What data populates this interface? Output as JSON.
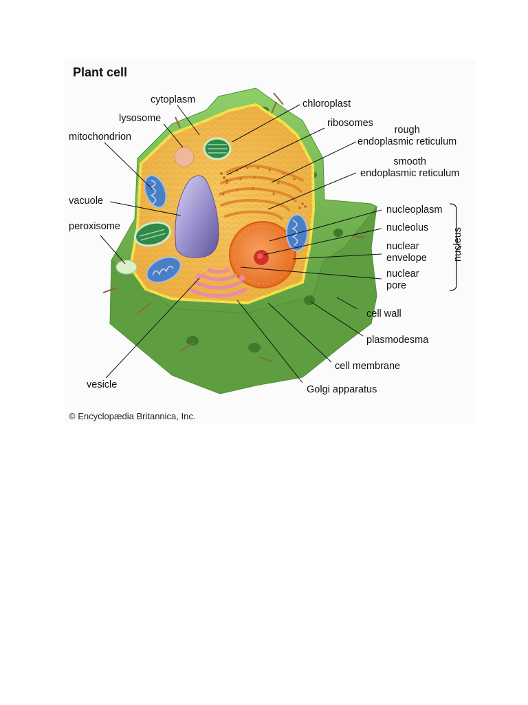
{
  "figure": {
    "title": "Plant cell",
    "copyright": "© Encyclopædia Britannica, Inc.",
    "labels": {
      "cytoplasm": "cytoplasm",
      "chloroplast": "chloroplast",
      "lysosome": "lysosome",
      "ribosomes": "ribosomes",
      "rough_er": "rough\nendoplasmic reticulum",
      "mitochondrion": "mitochondrion",
      "smooth_er": "smooth\nendoplasmic reticulum",
      "vacuole": "vacuole",
      "nucleoplasm": "nucleoplasm",
      "peroxisome": "peroxisome",
      "nucleolus": "nucleolus",
      "nuclear_envelope": "nuclear\nenvelope",
      "nuclear_pore": "nuclear\npore",
      "nucleus": "nucleus",
      "cell_wall": "cell wall",
      "plasmodesma": "plasmodesma",
      "cell_membrane": "cell membrane",
      "vesicle": "vesicle",
      "golgi_apparatus": "Golgi apparatus"
    }
  },
  "colors": {
    "cell_wall": "#7cbf5a",
    "cell_wall_dark": "#4f8f36",
    "cytoplasm": "#f0b84a",
    "membrane": "#f5e24c",
    "vacuole": "#9b93cf",
    "mitochondrion": "#4a7fc6",
    "chloroplast": "#3d9a58",
    "nucleus": "#f07a2a",
    "nucleolus": "#d0302a",
    "golgi": "#e98aa8",
    "lysosome": "#f0b89a",
    "peroxisome": "#d9f0c8",
    "leader_line": "#111111"
  }
}
